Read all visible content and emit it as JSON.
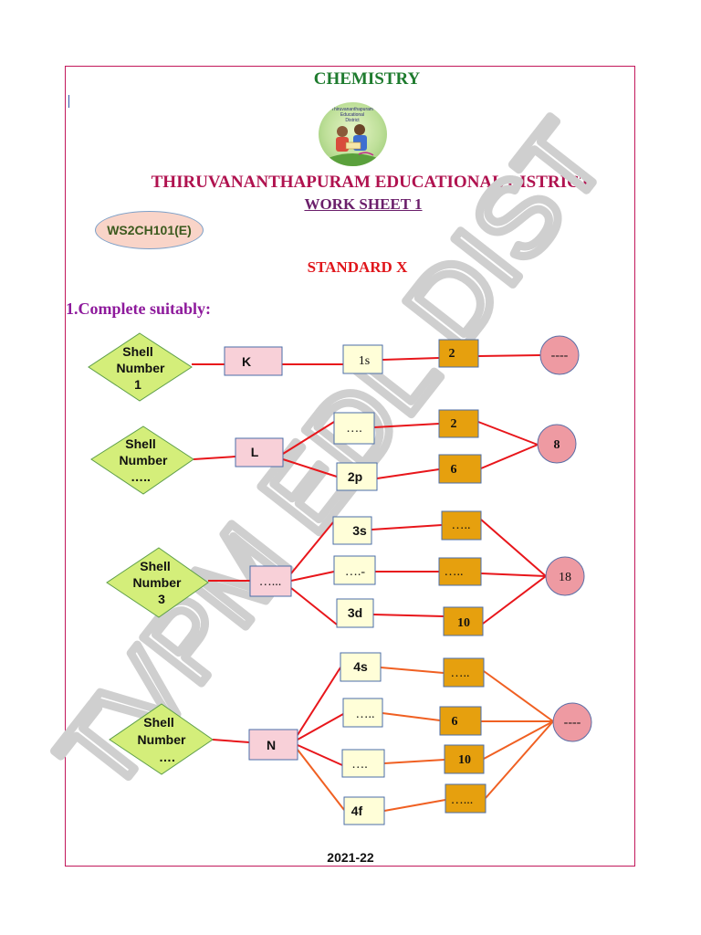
{
  "header": {
    "subject": "CHEMISTRY",
    "district": "THIRUVANANTHAPURAM EDUCATIONAL DISTRICT",
    "worksheet": "WORK SHEET 1",
    "code": "WS2CH101(E)",
    "standard": "STANDARD X"
  },
  "logo": {
    "line1": "Thiruvananthapuram",
    "line2": "Educational",
    "line3": "District"
  },
  "watermark": "TVPM EDL DIST",
  "question": "1.Complete  suitably:",
  "footer": "2021-22",
  "colors": {
    "border": "#c2185b",
    "diamond": "#d4ee7a",
    "shell_box": "#f8d0d8",
    "subshell_box": "#fffed8",
    "electron_box": "#e6a00e",
    "circle": "#ee9aa2",
    "line_red": "#e8161b",
    "line_orange": "#f06022"
  },
  "diagram": {
    "shell1": {
      "diamond": [
        "Shell",
        "Number",
        "1"
      ],
      "shell": "K",
      "subshells": [
        "1s"
      ],
      "electrons": [
        "2"
      ],
      "total": "----"
    },
    "shell2": {
      "diamond": [
        "Shell",
        "Number",
        "….."
      ],
      "shell": "L",
      "subshells": [
        "….",
        "2p"
      ],
      "electrons": [
        "2",
        "6"
      ],
      "total": "8"
    },
    "shell3": {
      "diamond": [
        "Shell",
        "Number",
        "3"
      ],
      "shell": "…...",
      "subshells": [
        "3s",
        "….-",
        "3d"
      ],
      "electrons": [
        "…..",
        "…..",
        "10"
      ],
      "total": "18"
    },
    "shell4": {
      "diamond": [
        "Shell",
        "Number",
        "…."
      ],
      "shell": "N",
      "subshells": [
        "4s",
        "…..",
        "….",
        "4f"
      ],
      "electrons": [
        "…..",
        "6",
        "10",
        "…..."
      ],
      "total": "----"
    }
  }
}
